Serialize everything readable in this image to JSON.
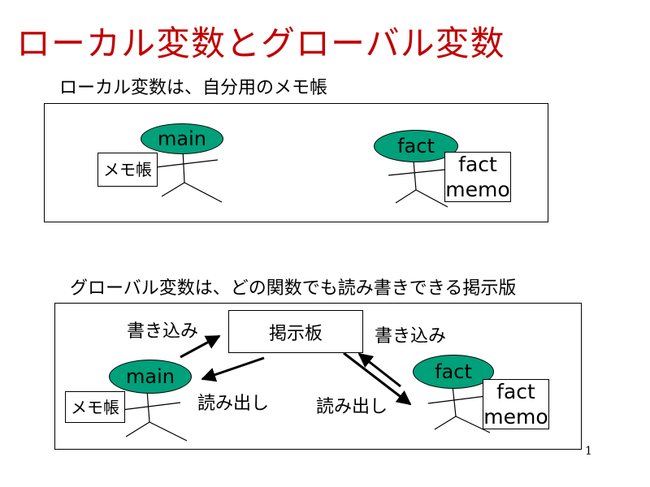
{
  "title": "ローカル変数とグローバル変数",
  "local": {
    "caption": "ローカル変数は、自分用のメモ帳",
    "main_label": "main",
    "main_memo": "メモ帳",
    "fact_label": "fact",
    "fact_memo_line1": "fact",
    "fact_memo_line2": "memo"
  },
  "global": {
    "caption": "グローバル変数は、どの関数でも読み書きできる掲示版",
    "board_label": "掲示板",
    "write_left": "書き込み",
    "write_right": "書き込み",
    "read_left": "読み出し",
    "read_right": "読み出し",
    "main_label": "main",
    "main_memo": "メモ帳",
    "fact_label": "fact",
    "fact_memo_line1": "fact",
    "fact_memo_line2": "memo"
  },
  "page_number": "1",
  "colors": {
    "title": "#c00000",
    "head": "#00a07a"
  }
}
